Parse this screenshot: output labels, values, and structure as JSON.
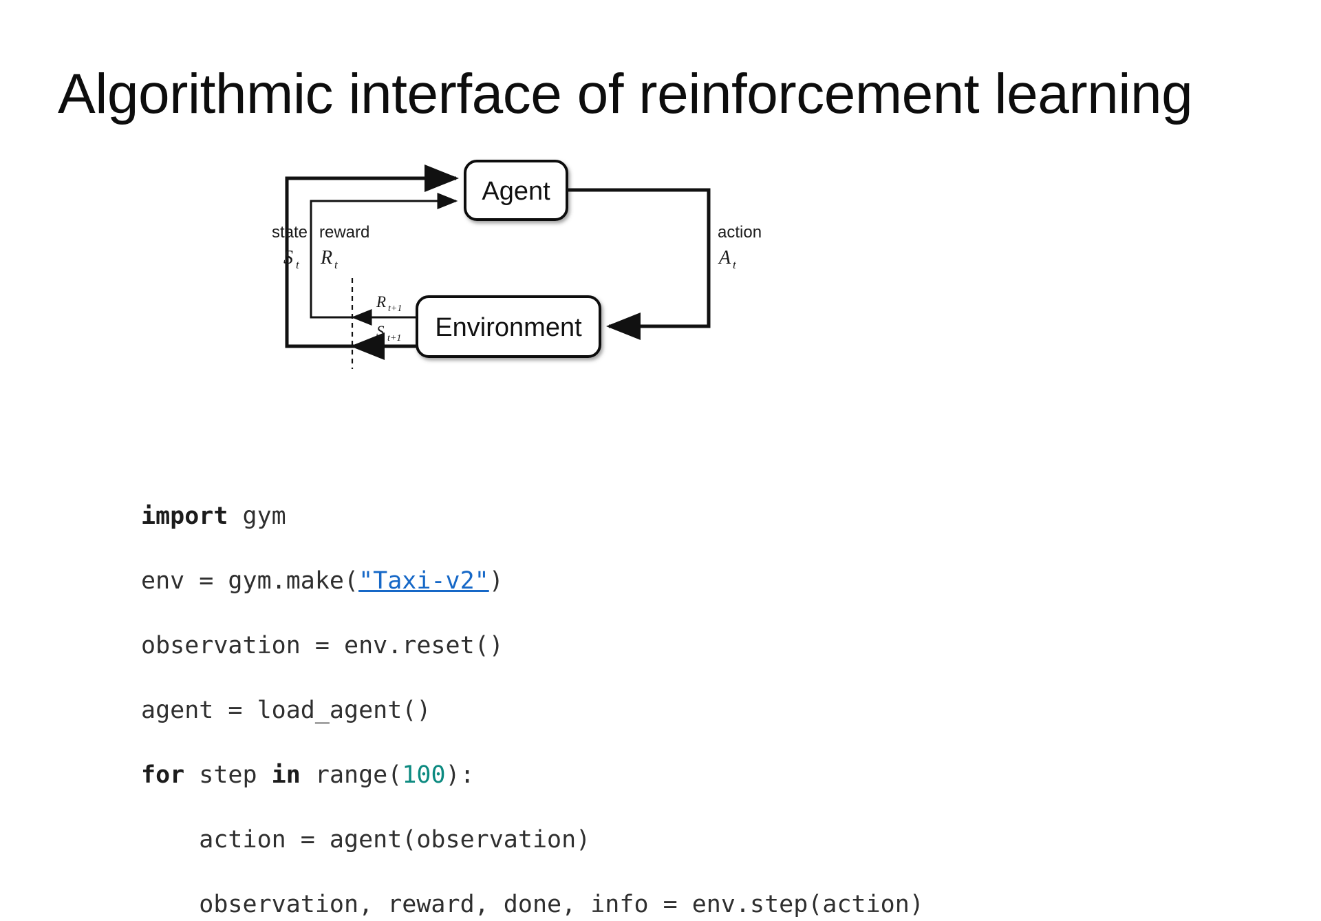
{
  "slide": {
    "title": "Algorithmic interface of reinforcement learning",
    "background": "#ffffff",
    "title_color": "#0d0d0d"
  },
  "diagram": {
    "name": "agent-environment-interaction-loop",
    "type": "flow-diagram",
    "nodes": [
      {
        "id": "agent",
        "label": "Agent"
      },
      {
        "id": "environment",
        "label": "Environment"
      }
    ],
    "edges": [
      {
        "id": "state-edge",
        "word": "state",
        "symbol": "S",
        "subscript": "t",
        "from": "environment",
        "to": "agent"
      },
      {
        "id": "reward-edge",
        "word": "reward",
        "symbol": "R",
        "subscript": "t",
        "from": "environment",
        "to": "agent"
      },
      {
        "id": "action-edge",
        "word": "action",
        "symbol": "A",
        "subscript": "t",
        "from": "agent",
        "to": "environment"
      },
      {
        "id": "next-reward-edge",
        "symbol": "R",
        "subscript": "t+1",
        "from": "environment",
        "to": "timestep-boundary"
      },
      {
        "id": "next-state-edge",
        "symbol": "S",
        "subscript": "t+1",
        "from": "environment",
        "to": "timestep-boundary"
      }
    ],
    "labels": {
      "state_word": "state",
      "state_sym": "S",
      "state_sub": "t",
      "reward_word": "reward",
      "reward_sym": "R",
      "reward_sub": "t",
      "action_word": "action",
      "action_sym": "A",
      "action_sub": "t",
      "next_reward_sym": "R",
      "next_reward_sub": "t+1",
      "next_state_sym": "S",
      "next_state_sub": "t+1"
    },
    "stroke_color": "#111111",
    "box_fill": "#ffffff"
  },
  "code": {
    "language": "python",
    "link_color": "#1668c7",
    "number_color": "#0c8a80",
    "text_color": "#2f2f2f",
    "lines": [
      {
        "id": "l1",
        "segments": [
          {
            "text": "import",
            "style": "keyword"
          },
          {
            "text": " gym",
            "style": "plain"
          }
        ]
      },
      {
        "id": "l2",
        "segments": [
          {
            "text": "env = gym.make(",
            "style": "plain"
          },
          {
            "text": "\"Taxi-v2\"",
            "style": "link"
          },
          {
            "text": ")",
            "style": "plain"
          }
        ]
      },
      {
        "id": "l3",
        "segments": [
          {
            "text": "observation = env.reset()",
            "style": "plain"
          }
        ]
      },
      {
        "id": "l4",
        "segments": [
          {
            "text": "agent = load_agent()",
            "style": "plain"
          }
        ]
      },
      {
        "id": "l5",
        "segments": [
          {
            "text": "for",
            "style": "keyword"
          },
          {
            "text": " step ",
            "style": "plain"
          },
          {
            "text": "in",
            "style": "keyword"
          },
          {
            "text": " range(",
            "style": "plain"
          },
          {
            "text": "100",
            "style": "number"
          },
          {
            "text": "):",
            "style": "plain"
          }
        ]
      },
      {
        "id": "l6",
        "segments": [
          {
            "text": "    action = agent(observation)",
            "style": "plain"
          }
        ]
      },
      {
        "id": "l7",
        "segments": [
          {
            "text": "    observation, reward, done, info = env.step(action)",
            "style": "plain"
          }
        ]
      }
    ]
  }
}
